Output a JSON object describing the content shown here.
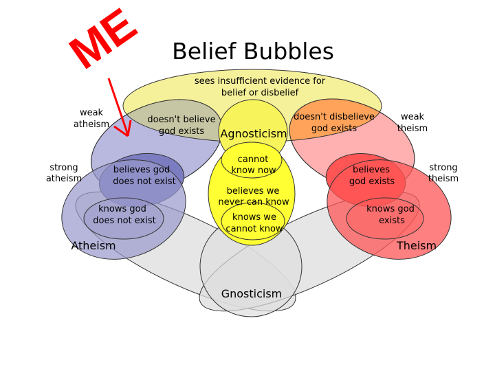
{
  "title": "Belief Bubbles",
  "annotation": {
    "text": "ME",
    "color": "#ff0000"
  },
  "colors": {
    "agnosticism_region": "#f5f09a",
    "agnosticism_core": "#ffff33",
    "weak_atheism": "#b9b9e0",
    "strong_atheism": "#7c7cc0",
    "gnostic_atheism": "#9999cc",
    "weak_theism": "#ffb0b0",
    "strong_theism": "#ff5555",
    "gnosticism": "#dedede",
    "overlap_left": "#c6c6a4",
    "overlap_right": "#ffa35a",
    "outline": "#333333"
  },
  "labels": {
    "insufficient_evidence": [
      "sees insufficient evidence for",
      "belief or disbelief"
    ],
    "weak_atheism": [
      "weak",
      "atheism"
    ],
    "strong_atheism": [
      "strong",
      "atheism"
    ],
    "weak_theism": [
      "weak",
      "theism"
    ],
    "strong_theism": [
      "strong",
      "theism"
    ],
    "doesnt_believe": [
      "doesn't believe",
      "god exists"
    ],
    "doesnt_disbelieve": [
      "doesn't disbelieve",
      "god exists"
    ],
    "agnosticism": "Agnosticism",
    "cannot_know_now": [
      "cannot",
      "know now"
    ],
    "never_can_know": [
      "believes we",
      "never can know"
    ],
    "knows_cannot_know": [
      "knows we",
      "cannot know"
    ],
    "believes_not_exist": [
      "believes god",
      "does not exist"
    ],
    "believes_exists": [
      "believes",
      "god exists"
    ],
    "knows_not_exist": [
      "knows god",
      "does not exist"
    ],
    "knows_exists": [
      "knows god",
      "exists"
    ],
    "atheism": "Atheism",
    "theism": "Theism",
    "gnosticism": "Gnosticism"
  }
}
